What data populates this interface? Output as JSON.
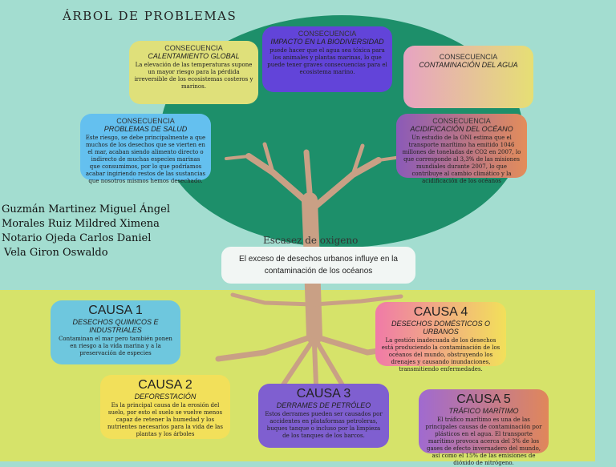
{
  "title": "ÁRBOL DE PROBLEMAS",
  "authors": [
    "Guzmán Martinez Miguel Ángel",
    "Morales Ruiz Mildred Ximena",
    "Notario Ojeda Carlos Daniel",
    "Vela Giron Oswaldo"
  ],
  "oxygen_label": "Escasez de oxigeno",
  "problem": "El exceso de desechos urbanos influye en la contaminación de los océanos",
  "consequences": [
    {
      "kicker": "CONSECUENCIA",
      "title": "CALENTAMIENTO GLOBAL",
      "body": "La elevación de las temperaturas supone un mayor riesgo para la pérdida irreversible de los ecosistemas costeros y marinos.",
      "color": "#dfe07a"
    },
    {
      "kicker": "CONSECUENCIA",
      "title": "IMPACTO EN LA BIODIVERSIDAD",
      "body": "puede hacer que el agua sea tóxica para los animales y plantas marinas, lo que puede tener graves consecuencias para el ecosistema marino.",
      "color": "#6244d9"
    },
    {
      "kicker": "CONSECUENCIA",
      "title": "CONTAMINACIÓN DEL AGUA",
      "body": "",
      "color": "#e7a3c2"
    },
    {
      "kicker": "CONSECUENCIA",
      "title": "PROBLEMAS DE SALUD",
      "body": "Este riesgo, se debe principalmente a que muchos de los desechos que se vierten en el mar, acaban siendo alimento directo o indirecto de muchas especies marinas que consumimos, por lo que podríamos acabar ingiriendo restos de las sustancias que nosotros mismos hemos desechado.",
      "color": "#64c0ef"
    },
    {
      "kicker": "CONSECUENCIA",
      "title": "ACIDIFICACIÓN DEL OCÉANO",
      "body": "Un estudio de la ONI estima que el transporte marítimo ha emitido 1046 millones de toneladas de CO2 en 2007, lo que corresponde al 3,3% de las misiones mundiales durante 2007, lo que contribuye al cambio climático y la acidificación de los océanos",
      "color": "#8b5ab8"
    }
  ],
  "causes": [
    {
      "label": "CAUSA 1",
      "title": "DESECHOS QUIMICOS E INDUSTRIALES",
      "body": "Contaminan el mar pero también ponen en riesgo a la vida marina y a la preservación de especies",
      "color": "#6ec7de"
    },
    {
      "label": "CAUSA 2",
      "title": "DEFORESTACIÓN",
      "body": "Es la principal causa de la erosión del suelo, por esto el suelo se vuelve menos capaz de retener la humedad y los nutrientes necesarios para la vida de las plantas y los árboles",
      "color": "#f2e05a"
    },
    {
      "label": "CAUSA 3",
      "title": "DERRAMES DE PETRÓLEO",
      "body": "Estos derrames pueden ser causados por accidentes en plataformas petroleras, buques tanque o incluso por la limpieza de los tanques de los barcos.",
      "color": "#7f5fd0"
    },
    {
      "label": "CAUSA 4",
      "title": "DESECHOS DOMÉSTICOS O URBANOS",
      "body": "La gestión inadecuada de los desechos está produciendo la contaminación de los océanos del mundo, obstruyendo los drenajes y causando inundaciones, transmitiendo enfermedades.",
      "color": "#f07aa8"
    },
    {
      "label": "CAUSA 5",
      "title": "TRÁFICO MARÍTIMO",
      "body": "El tráfico marítimo es una de las principales causas de contaminación por plásticos en el agua. El transporte marítimo provoca acerca del 3% de los gases de efecto invernadero del mundo, así como el 15% de las emisiones de dióxido de nitrógeno.",
      "color": "#e0875a"
    }
  ]
}
